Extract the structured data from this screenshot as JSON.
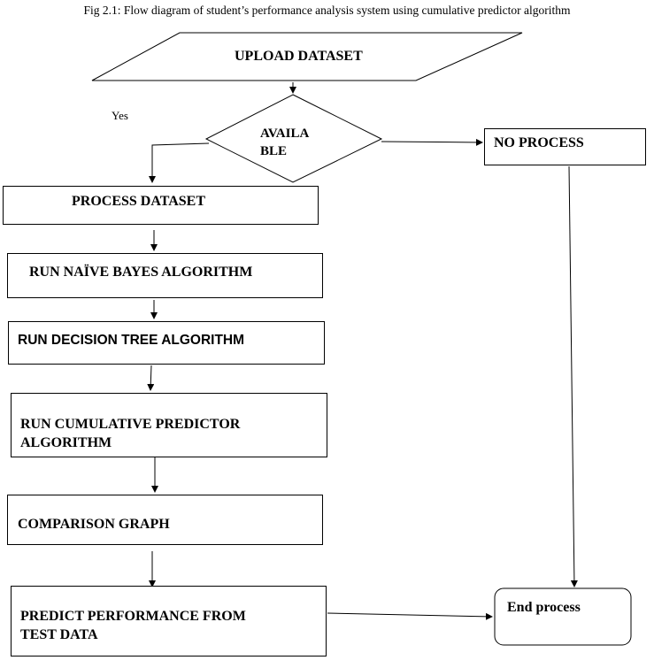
{
  "caption": "Fig 2.1: Flow diagram of student’s performance analysis system using cumulative predictor algorithm",
  "nodes": {
    "upload": "UPLOAD DATASET",
    "available_line1": "AVAILA",
    "available_line2": "BLE",
    "no_process": "NO PROCESS",
    "process_dataset": "PROCESS DATASET",
    "naive_bayes": "RUN NAÏVE BAYES ALGORITHM",
    "decision_tree": "RUN DECISION TREE ALGORITHM",
    "cumulative_line1": "RUN CUMULATIVE PREDICTOR",
    "cumulative_line2": "ALGORITHM",
    "comparison": "COMPARISON GRAPH",
    "predict_line1": "PREDICT PERFORMANCE FROM",
    "predict_line2": "TEST DATA",
    "end": "End process"
  },
  "edge_labels": {
    "yes": "Yes"
  }
}
